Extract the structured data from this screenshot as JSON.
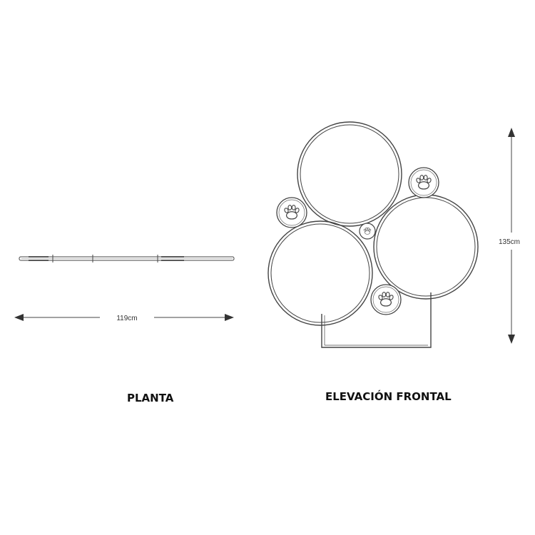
{
  "plan_view": {
    "title": "PLANTA",
    "width_label": "119cm"
  },
  "front_elevation": {
    "title": "ELEVACIÓN FRONTAL",
    "height_label": "135cm",
    "paw_icon": "paw-print-icon"
  },
  "colors": {
    "line": "#444444",
    "text": "#111111"
  }
}
